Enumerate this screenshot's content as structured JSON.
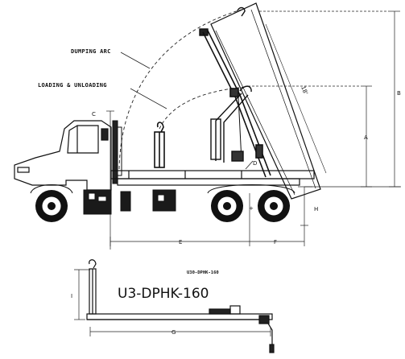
{
  "labels": {
    "dumping_arc": "DUMPING ARC",
    "loading_unloading": "LOADING & UNLOADING",
    "model_code": "U30-DPHK-160",
    "model_title": "U3-DPHK-160",
    "container_length": "18'"
  },
  "dimensions": {
    "a": "A",
    "b": "B",
    "c": "C",
    "d": "D",
    "e": "E",
    "f": "F",
    "g": "G",
    "h": "H",
    "i": "I"
  }
}
